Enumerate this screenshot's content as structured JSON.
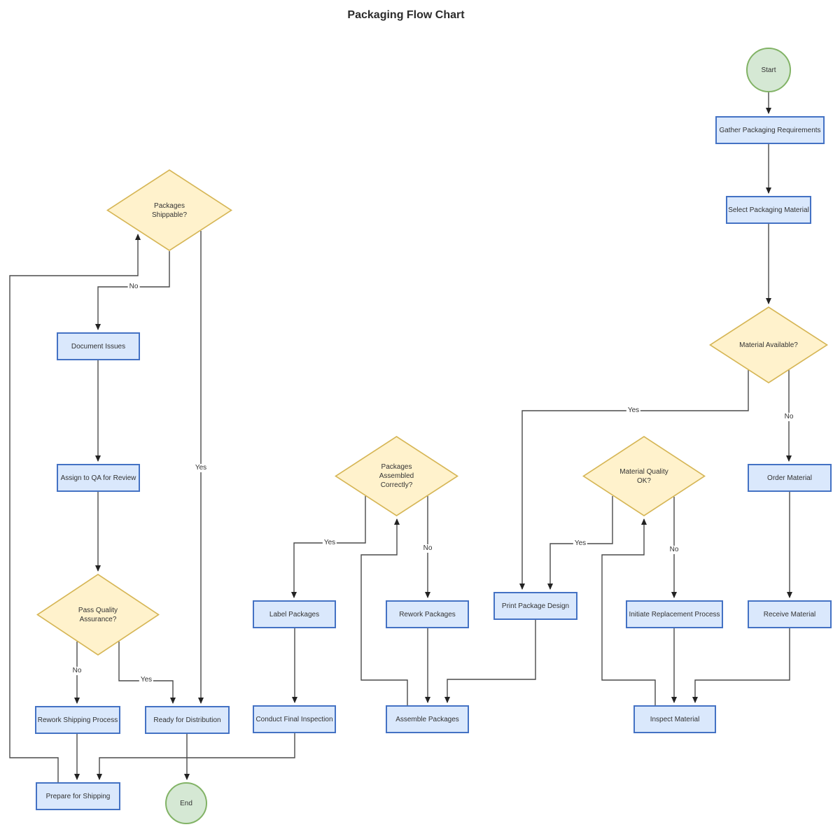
{
  "title": "Packaging Flow Chart",
  "colors": {
    "process_fill": "#dae8fc",
    "process_border": "#4472c4",
    "decision_fill": "#fff2cc",
    "decision_border": "#d6b656",
    "terminal_fill": "#d5e8d4",
    "terminal_border": "#82b366",
    "edge": "#4a4a4a",
    "arrow": "#222222",
    "text": "#333333",
    "title_text": "#2b2b2b"
  },
  "nodes": {
    "start": {
      "type": "terminal",
      "label": "Start"
    },
    "gather_requirements": {
      "type": "process",
      "label": "Gather Packaging Requirements"
    },
    "select_material": {
      "type": "process",
      "label": "Select Packaging Material"
    },
    "material_available": {
      "type": "decision",
      "label": "Material Available?"
    },
    "order_material": {
      "type": "process",
      "label": "Order Material"
    },
    "receive_material": {
      "type": "process",
      "label": "Receive Material"
    },
    "material_quality": {
      "type": "decision",
      "label": "Material Quality\nOK?"
    },
    "initiate_replacement": {
      "type": "process",
      "label": "Initiate Replacement Process"
    },
    "inspect_material": {
      "type": "process",
      "label": "Inspect Material"
    },
    "print_design": {
      "type": "process",
      "label": "Print Package Design"
    },
    "packages_assembled": {
      "type": "decision",
      "label": "Packages\nAssembled\nCorrectly?"
    },
    "label_packages": {
      "type": "process",
      "label": "Label Packages"
    },
    "rework_packages": {
      "type": "process",
      "label": "Rework Packages"
    },
    "assemble_packages": {
      "type": "process",
      "label": "Assemble Packages"
    },
    "conduct_final_inspection": {
      "type": "process",
      "label": "Conduct Final Inspection"
    },
    "packages_shippable": {
      "type": "decision",
      "label": "Packages\nShippable?"
    },
    "document_issues": {
      "type": "process",
      "label": "Document Issues"
    },
    "assign_qa": {
      "type": "process",
      "label": "Assign to QA for Review"
    },
    "pass_qa": {
      "type": "decision",
      "label": "Pass Quality\nAssurance?"
    },
    "rework_shipping": {
      "type": "process",
      "label": "Rework Shipping Process"
    },
    "ready_distribution": {
      "type": "process",
      "label": "Ready for Distribution"
    },
    "prepare_shipping": {
      "type": "process",
      "label": "Prepare for Shipping"
    },
    "end": {
      "type": "terminal",
      "label": "End"
    }
  },
  "edge_labels": {
    "material_available_yes": "Yes",
    "material_available_no": "No",
    "material_quality_yes": "Yes",
    "material_quality_no": "No",
    "packages_assembled_yes": "Yes",
    "packages_assembled_no": "No",
    "packages_shippable_yes": "Yes",
    "packages_shippable_no": "No",
    "pass_qa_yes": "Yes",
    "pass_qa_no": "No"
  }
}
